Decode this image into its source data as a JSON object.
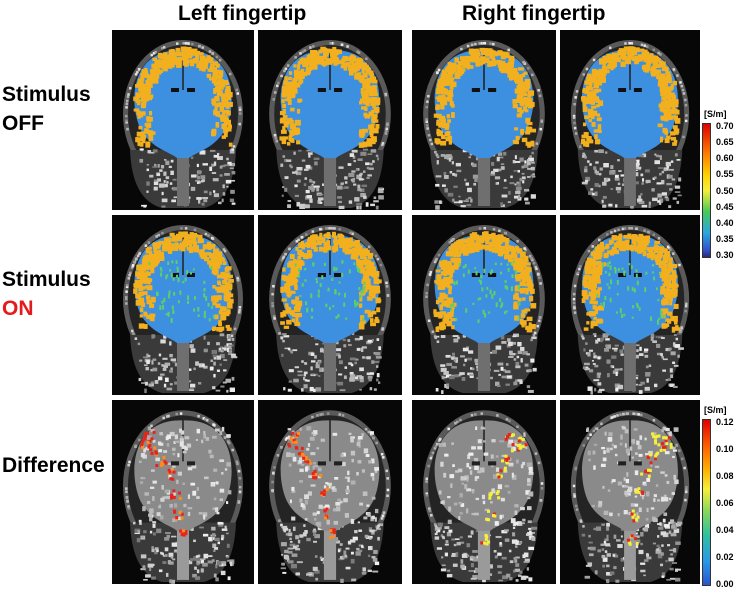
{
  "columns": {
    "left": "Left fingertip",
    "right": "Right fingertip"
  },
  "rows": {
    "off": {
      "line1": "Stimulus",
      "line2": "OFF"
    },
    "on": {
      "line1": "Stimulus",
      "line2": "ON"
    },
    "diff": {
      "line1": "Difference"
    }
  },
  "colors": {
    "on_label": "#e41a1c",
    "tissue_blue": "#3d8fe0",
    "tissue_orange": "#f2b01e",
    "tissue_green": "#5ccf6a",
    "diff_red": "#e8241a",
    "diff_orange": "#ff8c1a",
    "diff_yellow": "#f5f03a"
  },
  "colorbars": {
    "top": {
      "unit": "[S/m]",
      "ticks": [
        "0.70",
        "0.65",
        "0.60",
        "0.55",
        "0.50",
        "0.45",
        "0.40",
        "0.35",
        "0.30"
      ]
    },
    "bottom": {
      "unit": "[S/m]",
      "ticks": [
        "0.12",
        "0.10",
        "0.08",
        "0.06",
        "0.04",
        "0.02",
        "0.00"
      ]
    }
  },
  "panel_icon": "coronal-brain-mri-slice"
}
